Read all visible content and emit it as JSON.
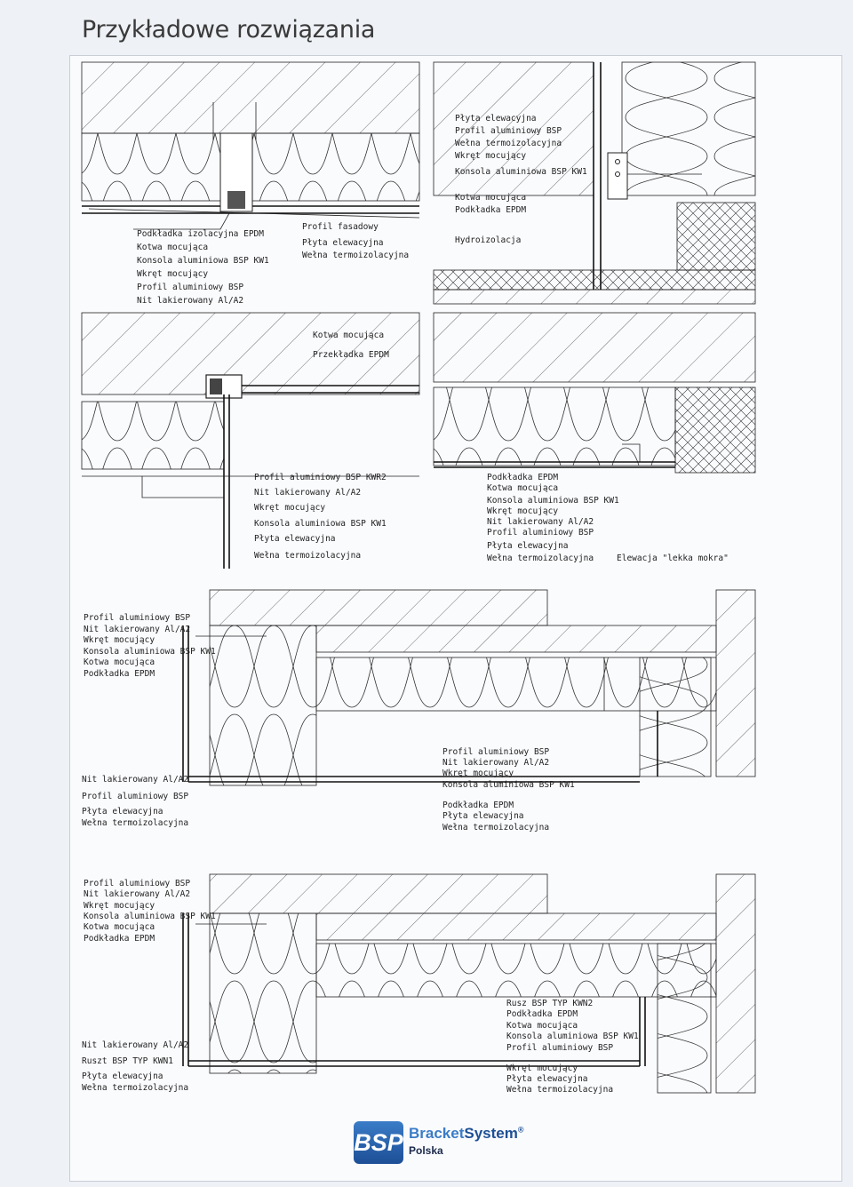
{
  "page": {
    "title": "Przykładowe rozwiązania"
  },
  "d1": {
    "labels": [
      "Podkładka izolacyjna EPDM",
      "Kotwa mocująca",
      "Konsola aluminiowa BSP KW1",
      "Wkręt mocujący",
      "Profil aluminiowy BSP",
      "Nit lakierowany Al/A2"
    ],
    "mid": [
      "Profil fasadowy",
      "Płyta elewacyjna",
      "Wełna termoizolacyjna"
    ]
  },
  "d2": {
    "labels": [
      "Płyta elewacyjna",
      "Profil aluminiowy BSP",
      "Wełna termoizolacyjna",
      "Wkręt mocujący",
      "Konsola aluminiowa BSP KW1",
      "Kotwa mocująca",
      "Podkładka EPDM",
      "Hydroizolacja"
    ]
  },
  "d3": {
    "top": [
      "Kotwa mocująca",
      "Przekładka EPDM"
    ],
    "labels": [
      "Profil aluminiowy BSP KWR2",
      "Nit lakierowany Al/A2",
      "Wkręt mocujący",
      "Konsola aluminiowa BSP KW1",
      "Płyta elewacyjna",
      "Wełna termoizolacyjna"
    ]
  },
  "d4": {
    "labels": [
      "Podkładka EPDM",
      "Kotwa mocująca",
      "Konsola aluminiowa BSP KW1",
      "Wkręt mocujący",
      "Nit lakierowany Al/A2",
      "Profil aluminiowy BSP",
      "Płyta elewacyjna",
      "Wełna termoizolacyjna"
    ],
    "extra": "Elewacja \"lekka mokra\""
  },
  "d5": {
    "top": [
      "Profil aluminiowy BSP",
      "Nit lakierowany Al/A2",
      "Wkręt mocujący",
      "Konsola aluminiowa BSP KW1",
      "Kotwa mocująca",
      "Podkładka EPDM"
    ],
    "bottom": [
      "Nit lakierowany Al/A2",
      "Profil aluminiowy BSP",
      "Płyta elewacyjna",
      "Wełna termoizolacyjna"
    ],
    "right": [
      "Profil aluminiowy BSP",
      "Nit lakierowany Al/A2",
      "Wkręt mocujący",
      "Konsola aluminiowa BSP KW1",
      "Podkładka EPDM",
      "Płyta elewacyjna",
      "Wełna termoizolacyjna"
    ]
  },
  "d6": {
    "top": [
      "Profil aluminiowy BSP",
      "Nit lakierowany Al/A2",
      "Wkręt mocujący",
      "Konsola aluminiowa BSP KW1",
      "Kotwa mocująca",
      "Podkładka EPDM"
    ],
    "bottom": [
      "Nit lakierowany Al/A2",
      "Ruszt  BSP TYP KWN1",
      "Płyta elewacyjna",
      "Wełna termoizolacyjna"
    ],
    "right": [
      "Rusz BSP TYP KWN2",
      "Podkładka EPDM",
      "Kotwa mocująca",
      "Konsola aluminiowa BSP KW1",
      "Profil aluminiowy BSP",
      "Wkręt mocujący",
      "Płyta elewacyjna",
      "Wełna termoizolacyjna"
    ]
  },
  "logo": {
    "mark": "BSP",
    "brand_a": "Bracket",
    "brand_b": "System",
    "reg": "®",
    "country": "Polska"
  }
}
